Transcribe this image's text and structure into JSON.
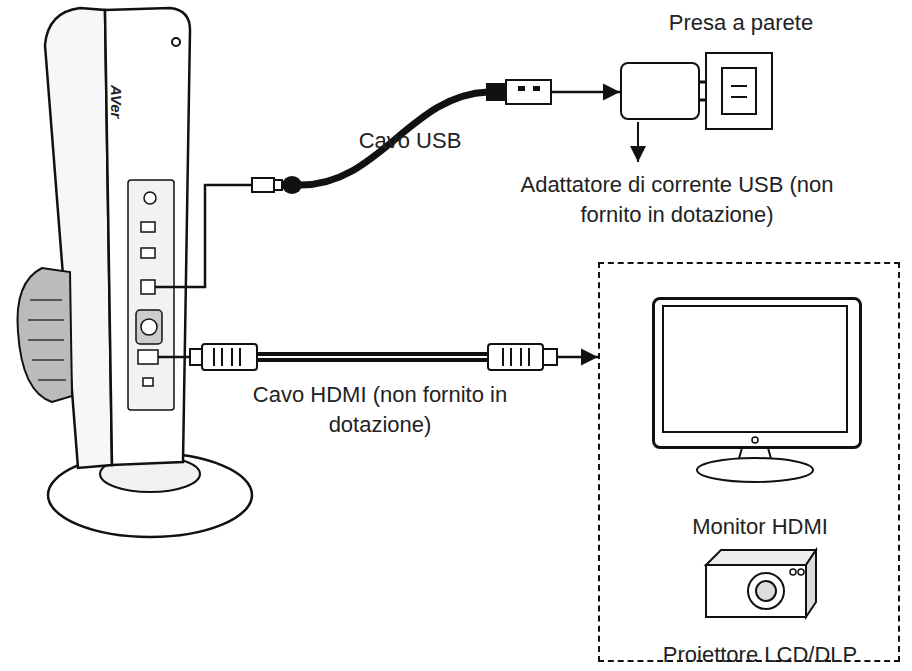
{
  "diagram": {
    "nodes": [
      {
        "text": [
          "AVer"
        ]
      },
      {
        "text": [
          "Presa a parete"
        ]
      },
      {
        "text": [
          "Adattatore di corrente USB (non fornito in dotazione)"
        ]
      },
      {
        "text": []
      },
      {
        "text": [
          "Monitor HDMI"
        ],
        "in": 3
      },
      {
        "text": [
          "Proiettore LCD/DLP"
        ],
        "in": 3
      }
    ],
    "edges": [
      {
        "from": 0,
        "to": 2,
        "label": "Cavo USB",
        "arrow": "to"
      },
      {
        "from": 0,
        "to": 3,
        "label": "Cavo HDMI (non fornito in dotazione)",
        "arrow": "to"
      }
    ]
  }
}
